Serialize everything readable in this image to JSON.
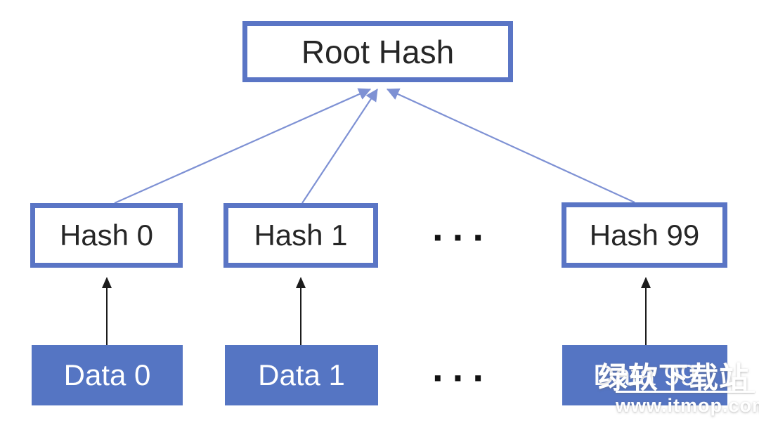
{
  "diagram": {
    "title_semantic": "merkle-tree",
    "root": {
      "label": "Root Hash"
    },
    "hash_nodes": [
      {
        "label": "Hash 0"
      },
      {
        "label": "Hash 1"
      },
      {
        "label": "Hash 99"
      }
    ],
    "data_nodes": [
      {
        "label": "Data 0"
      },
      {
        "label": "Data 1"
      },
      {
        "label": "Data 99"
      }
    ],
    "ellipsis": "···",
    "edges": {
      "hash_to_root": [
        "Hash 0 → Root Hash",
        "Hash 1 → Root Hash",
        "Hash 99 → Root Hash"
      ],
      "data_to_hash": [
        "Data 0 → Hash 0",
        "Data 1 → Hash 1",
        "Data 99 → Hash 99"
      ]
    },
    "colors": {
      "node_border_blue": "#5a75c5",
      "data_fill_blue": "#5575c3",
      "connector_blue": "#7e91d4",
      "arrow_black": "#1c1c1c",
      "text_dark": "#262626",
      "text_light": "#ffffff",
      "background": "#ffffff"
    }
  },
  "watermark": {
    "site_name": "绿软下载站",
    "url": "www.itmop.com"
  }
}
